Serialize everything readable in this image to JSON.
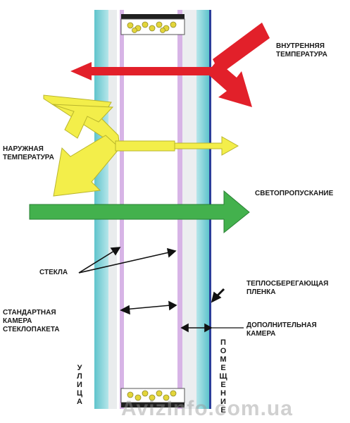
{
  "labels": {
    "inner_temp": "ВНУТРЕННЯЯ\nТЕМПЕРАТУРА",
    "outer_temp": "НАРУЖНАЯ\nТЕМПЕРАТУРА",
    "light": "СВЕТОПРОПУСКАНИЕ",
    "glass": "СТЕКЛА",
    "film": "ТЕПЛОСБЕРЕГАЮЩАЯ\nПЛЕНКА",
    "std_chamber": "СТАНДАРТНАЯ\nКАМЕРА\nСТЕКЛОПАКЕТА",
    "extra_chamber": "ДОПОЛНИТЕЛЬНАЯ\nКАМЕРА",
    "street": "УЛИЦА",
    "room": "ПОМЕЩЕНИЕ"
  },
  "watermark": "AvizInfo.com.ua",
  "colors": {
    "red_arrow": "#e2202a",
    "yellow_arrow": "#f3ee4a",
    "green_arrow": "#43b14d",
    "glass_teal": "#7fd2d8",
    "chamber_purple": "#d8b8e6",
    "film_blue": "#2b3e9a"
  },
  "icons": {
    "spacer_top": "desiccant-spacer",
    "spacer_bottom": "desiccant-spacer"
  }
}
